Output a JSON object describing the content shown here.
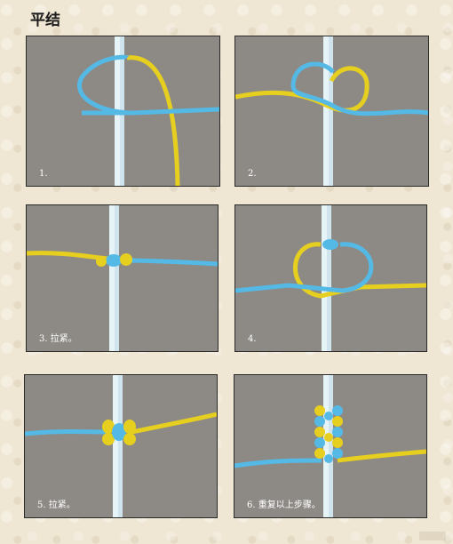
{
  "title": "平结",
  "steps": [
    {
      "caption": "1."
    },
    {
      "caption": "2."
    },
    {
      "caption": "3. 拉紧。"
    },
    {
      "caption": "4."
    },
    {
      "caption": "5. 拉紧。"
    },
    {
      "caption": "6. 重复以上步骤。"
    }
  ],
  "colors": {
    "blue_cord": "#55b9e6",
    "yellow_cord": "#e6cf1f",
    "core_cords": "#e6f3f7",
    "panel_bg": "#8d8a86"
  }
}
